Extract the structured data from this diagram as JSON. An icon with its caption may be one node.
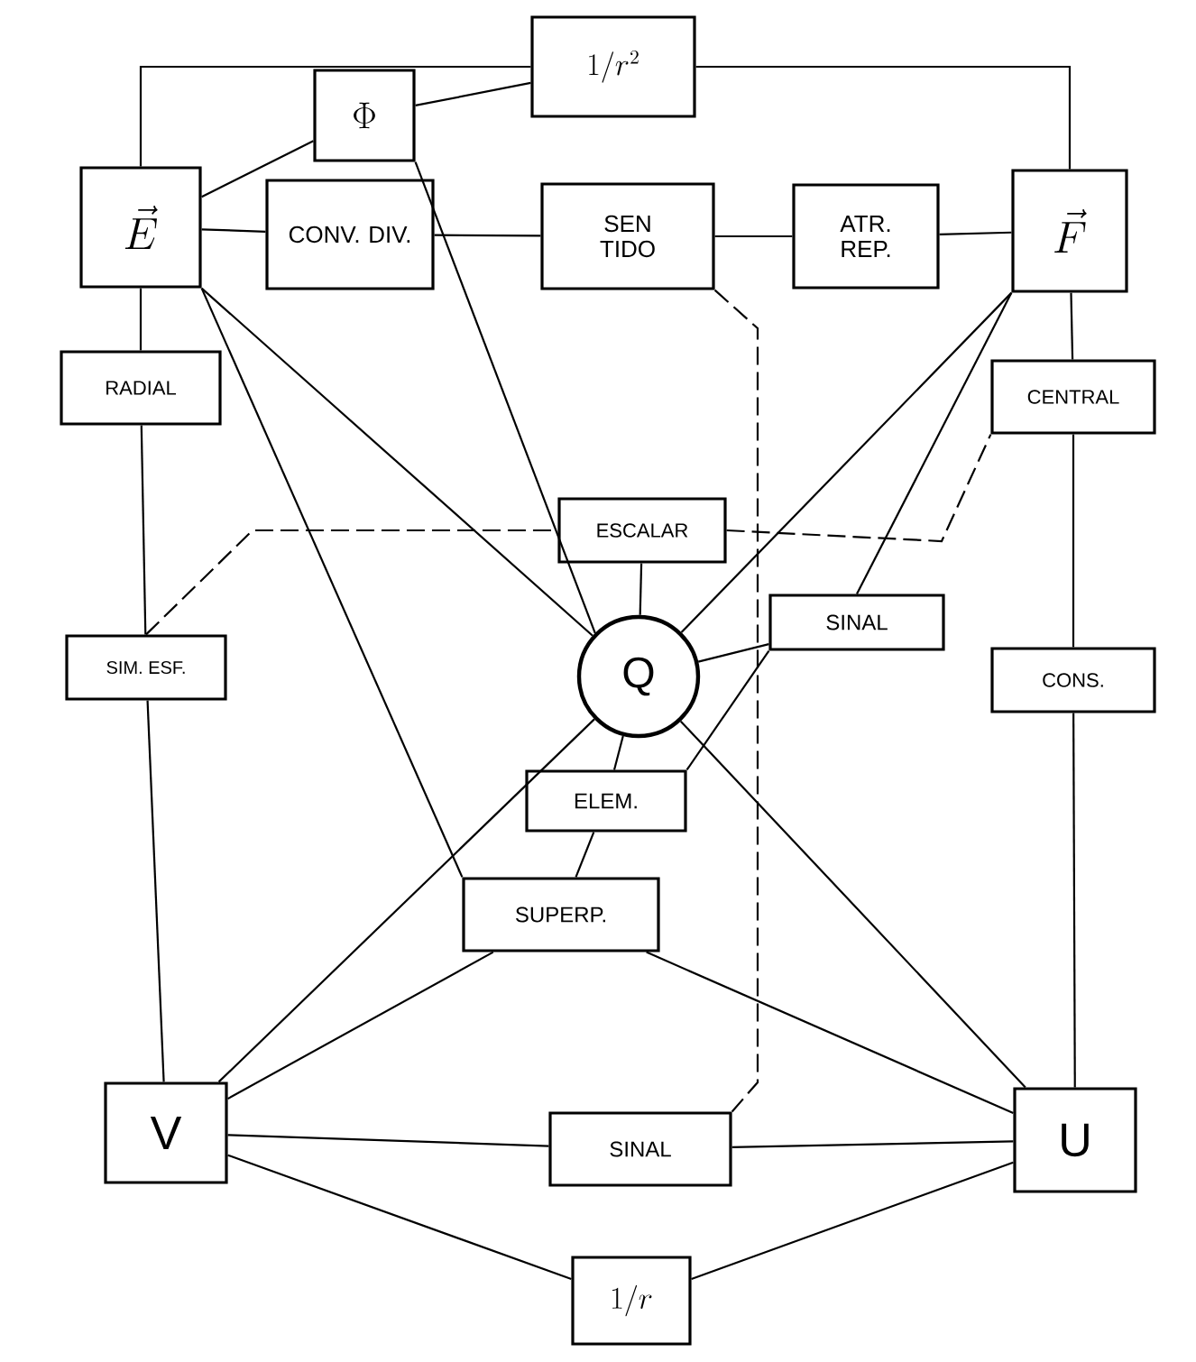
{
  "diagram": {
    "nodes": [
      {
        "text": [
          "\\vec{E}"
        ]
      },
      {
        "text": [
          "1/r^{2}"
        ]
      },
      {
        "text": [
          "\\Phi"
        ]
      },
      {
        "text": [
          "CONV. DIV."
        ]
      },
      {
        "text": [
          "SEN TIDO"
        ]
      },
      {
        "text": [
          "ATR. REP."
        ]
      },
      {
        "text": [
          "\\vec{F}"
        ]
      },
      {
        "text": [
          "RADIAL"
        ]
      },
      {
        "text": [
          "CENTRAL"
        ]
      },
      {
        "text": [
          "ESCALAR"
        ]
      },
      {
        "text": [
          "SINAL"
        ]
      },
      {
        "text": [
          "SIM. ESF."
        ]
      },
      {
        "text": [
          "Q"
        ]
      },
      {
        "text": [
          "CONS."
        ]
      },
      {
        "text": [
          "ELEM."
        ]
      },
      {
        "text": [
          "SUPERP."
        ]
      },
      {
        "text": [
          "V"
        ]
      },
      {
        "text": [
          "SINAL"
        ]
      },
      {
        "text": [
          "U"
        ]
      },
      {
        "text": [
          "1/r"
        ]
      }
    ],
    "edges": [
      {
        "from": 0,
        "to": 1,
        "arrow": "none"
      },
      {
        "from": 1,
        "to": 6,
        "arrow": "none"
      },
      {
        "from": 0,
        "to": 2,
        "arrow": "none"
      },
      {
        "from": 2,
        "to": 1,
        "arrow": "none"
      },
      {
        "from": 2,
        "to": 12,
        "arrow": "none"
      },
      {
        "from": 0,
        "to": 3,
        "arrow": "none"
      },
      {
        "from": 3,
        "to": 4,
        "arrow": "none"
      },
      {
        "from": 4,
        "to": 5,
        "arrow": "none"
      },
      {
        "from": 5,
        "to": 6,
        "arrow": "none"
      },
      {
        "from": 4,
        "to": 17,
        "arrow": "none",
        "style": "dashed"
      },
      {
        "from": 0,
        "to": 7,
        "arrow": "none"
      },
      {
        "from": 7,
        "to": 11,
        "arrow": "none"
      },
      {
        "from": 11,
        "to": 16,
        "arrow": "none"
      },
      {
        "from": 6,
        "to": 8,
        "arrow": "none"
      },
      {
        "from": 8,
        "to": 13,
        "arrow": "none"
      },
      {
        "from": 13,
        "to": 18,
        "arrow": "none"
      },
      {
        "from": 11,
        "to": 9,
        "arrow": "none",
        "style": "dashed"
      },
      {
        "from": 9,
        "to": 8,
        "arrow": "none",
        "style": "dashed"
      },
      {
        "from": 0,
        "to": 12,
        "arrow": "none"
      },
      {
        "from": 0,
        "to": 15,
        "arrow": "none"
      },
      {
        "from": 6,
        "to": 12,
        "arrow": "none"
      },
      {
        "from": 6,
        "to": 10,
        "arrow": "none"
      },
      {
        "from": 10,
        "to": 14,
        "arrow": "none"
      },
      {
        "from": 12,
        "to": 9,
        "arrow": "none"
      },
      {
        "from": 12,
        "to": 10,
        "arrow": "none"
      },
      {
        "from": 12,
        "to": 14,
        "arrow": "none"
      },
      {
        "from": 14,
        "to": 15,
        "arrow": "none"
      },
      {
        "from": 12,
        "to": 16,
        "arrow": "none"
      },
      {
        "from": 12,
        "to": 18,
        "arrow": "none"
      },
      {
        "from": 15,
        "to": 16,
        "arrow": "none"
      },
      {
        "from": 15,
        "to": 18,
        "arrow": "none"
      },
      {
        "from": 16,
        "to": 17,
        "arrow": "none"
      },
      {
        "from": 17,
        "to": 18,
        "arrow": "none"
      },
      {
        "from": 16,
        "to": 19,
        "arrow": "none"
      },
      {
        "from": 19,
        "to": 18,
        "arrow": "none"
      }
    ]
  }
}
